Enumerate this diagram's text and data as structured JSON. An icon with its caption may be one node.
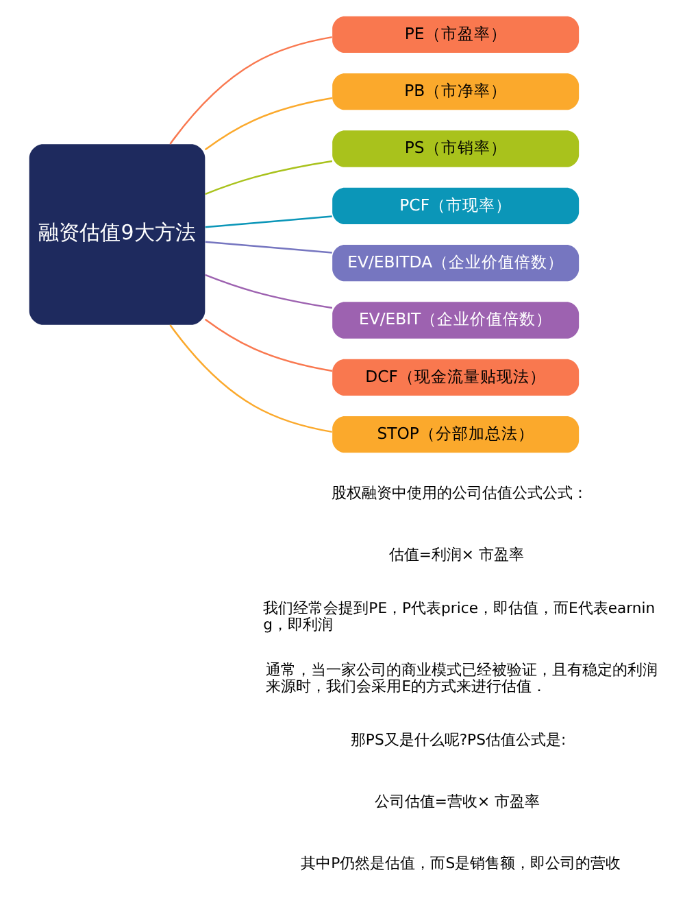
{
  "diagram": {
    "nodes": [
      {
        "text": [
          "融资估值9大方法"
        ]
      },
      {
        "text": [
          "PE（市盈率）"
        ]
      },
      {
        "text": [
          "PB（市净率）"
        ]
      },
      {
        "text": [
          "PS（市销率）"
        ]
      },
      {
        "text": [
          "PCF（市现率）"
        ]
      },
      {
        "text": [
          "EV/EBITDA（企业价值倍数）"
        ]
      },
      {
        "text": [
          "EV/EBIT（企业价值倍数）"
        ]
      },
      {
        "text": [
          "DCF（现金流量贴现法）"
        ]
      },
      {
        "text": [
          "STOP（分部加总法）"
        ]
      }
    ],
    "edges": [
      {
        "from": 0,
        "to": 1,
        "arrow": "none",
        "color": "#f9784f"
      },
      {
        "from": 0,
        "to": 2,
        "arrow": "none",
        "color": "#fba92c"
      },
      {
        "from": 0,
        "to": 3,
        "arrow": "none",
        "color": "#a9c21c"
      },
      {
        "from": 0,
        "to": 4,
        "arrow": "none",
        "color": "#0b96b8"
      },
      {
        "from": 0,
        "to": 5,
        "arrow": "none",
        "color": "#7676c0"
      },
      {
        "from": 0,
        "to": 6,
        "arrow": "none",
        "color": "#9d62b0"
      },
      {
        "from": 0,
        "to": 7,
        "arrow": "none",
        "color": "#f9784f"
      },
      {
        "from": 0,
        "to": 8,
        "arrow": "none",
        "color": "#fba92c"
      }
    ],
    "labels": [
      "股权融资中使用的公司估值公式公式：",
      "估值=利润× 市盈率",
      "我们经常会提到PE，P代表price，即估值，而E代表earning，即利润",
      "通常，当一家公司的商业模式已经被验证，且有稳定的利润来源时，我们会采用E的方式来进行估值．",
      "那PS又是什么呢?PS估值公式是:",
      "公司估值=营收× 市盈率",
      "其中P仍然是估值，而S是销售额，即公司的营收"
    ]
  }
}
